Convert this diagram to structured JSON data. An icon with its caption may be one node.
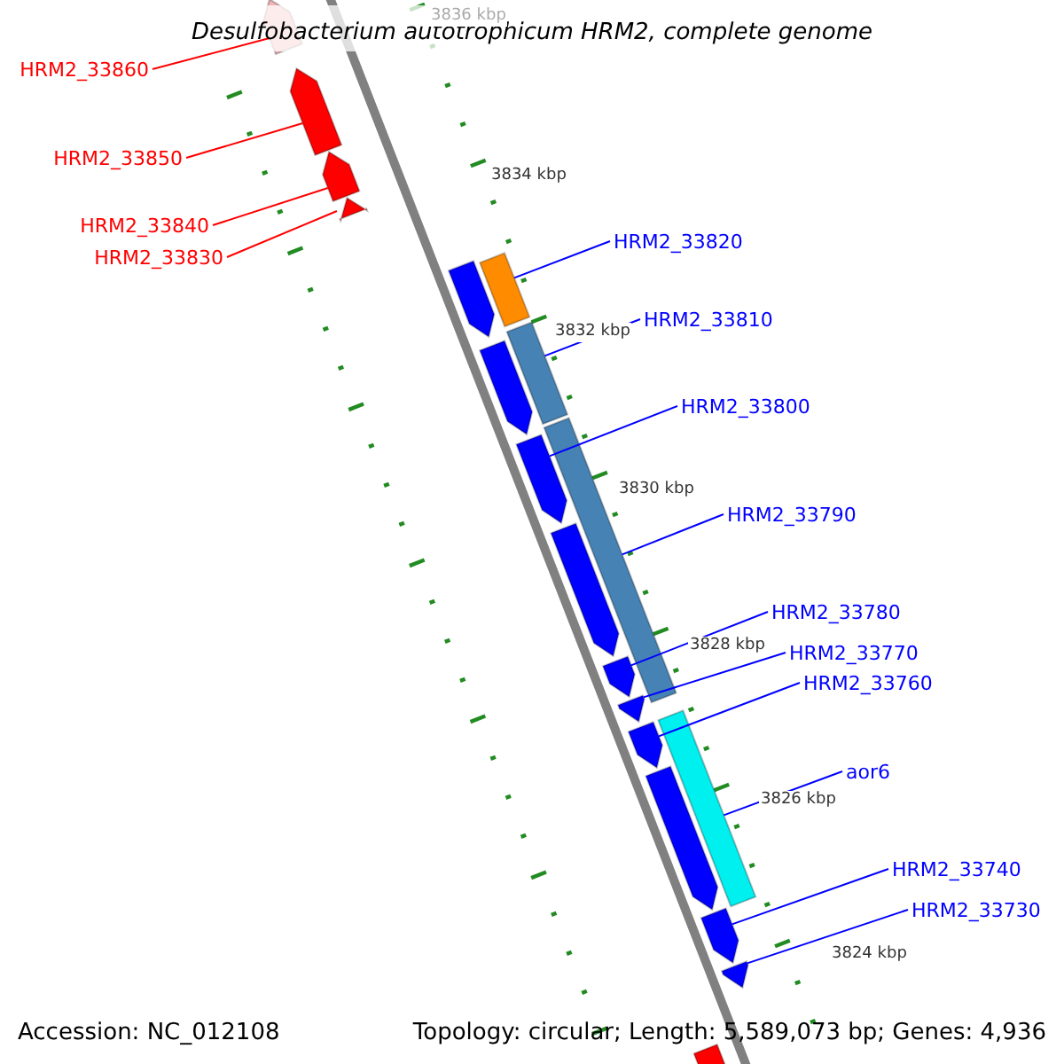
{
  "diagram": {
    "title": "Desulfobacterium autotrophicum HRM2, complete genome",
    "nodes": [
      {
        "text": [
          "HRM2_33860"
        ]
      },
      {
        "text": [
          "HRM2_33850"
        ]
      },
      {
        "text": [
          "HRM2_33840"
        ]
      },
      {
        "text": [
          "HRM2_33830"
        ]
      },
      {
        "text": [
          "HRM2_33820"
        ]
      },
      {
        "text": [
          "HRM2_33810"
        ]
      },
      {
        "text": [
          "HRM2_33800"
        ]
      },
      {
        "text": [
          "HRM2_33790"
        ]
      },
      {
        "text": [
          "HRM2_33780"
        ]
      },
      {
        "text": [
          "HRM2_33770"
        ]
      },
      {
        "text": [
          "HRM2_33760"
        ]
      },
      {
        "text": [
          "aor6"
        ]
      },
      {
        "text": [
          "HRM2_33740"
        ]
      },
      {
        "text": [
          "HRM2_33730"
        ]
      },
      {
        "text": [],
        "shape": "arrow"
      },
      {
        "text": [],
        "shape": "arrow"
      },
      {
        "text": [],
        "shape": "arrow"
      },
      {
        "text": [],
        "shape": "arrow"
      },
      {
        "text": [],
        "shape": "arrow"
      },
      {
        "text": [],
        "shape": "bar"
      },
      {
        "text": [],
        "shape": "bar"
      },
      {
        "text": [],
        "shape": "arrow"
      },
      {
        "text": [],
        "shape": "bar"
      },
      {
        "text": [],
        "shape": "arrow"
      },
      {
        "text": [],
        "shape": "arrow"
      },
      {
        "text": [],
        "shape": "arrow"
      },
      {
        "text": [],
        "shape": "arrow"
      },
      {
        "text": [],
        "shape": "arrow"
      },
      {
        "text": [],
        "shape": "bar"
      },
      {
        "text": [],
        "shape": "arrow"
      },
      {
        "text": [],
        "shape": "arrow"
      },
      {
        "text": [],
        "shape": "arrow"
      },
      {
        "text": [],
        "shape": "bar"
      }
    ],
    "edges": [
      {
        "from": 0,
        "to": 14,
        "arrow": "none",
        "color": "#ff0000"
      },
      {
        "from": 1,
        "to": 15,
        "arrow": "none",
        "color": "#ff0000"
      },
      {
        "from": 2,
        "to": 16,
        "arrow": "none",
        "color": "#ff0000"
      },
      {
        "from": 3,
        "to": 17,
        "arrow": "none",
        "color": "#ff0000"
      },
      {
        "from": 4,
        "to": 19,
        "arrow": "none"
      },
      {
        "from": 5,
        "to": 20,
        "arrow": "none"
      },
      {
        "from": 6,
        "to": 23,
        "arrow": "none"
      },
      {
        "from": 7,
        "to": 22,
        "arrow": "none"
      },
      {
        "from": 8,
        "to": 25,
        "arrow": "none"
      },
      {
        "from": 9,
        "to": 26,
        "arrow": "none"
      },
      {
        "from": 10,
        "to": 27,
        "arrow": "none"
      },
      {
        "from": 11,
        "to": 28,
        "arrow": "none"
      },
      {
        "from": 12,
        "to": 30,
        "arrow": "none"
      },
      {
        "from": 13,
        "to": 31,
        "arrow": "none"
      }
    ],
    "labels": [
      "3836 kbp",
      "3834 kbp",
      "3832 kbp",
      "3830 kbp",
      "3828 kbp",
      "3826 kbp",
      "3824 kbp",
      "Accession: NC_012108",
      "Topology: circular; Length: 5,589,073 bp; Genes: 4,936"
    ]
  }
}
